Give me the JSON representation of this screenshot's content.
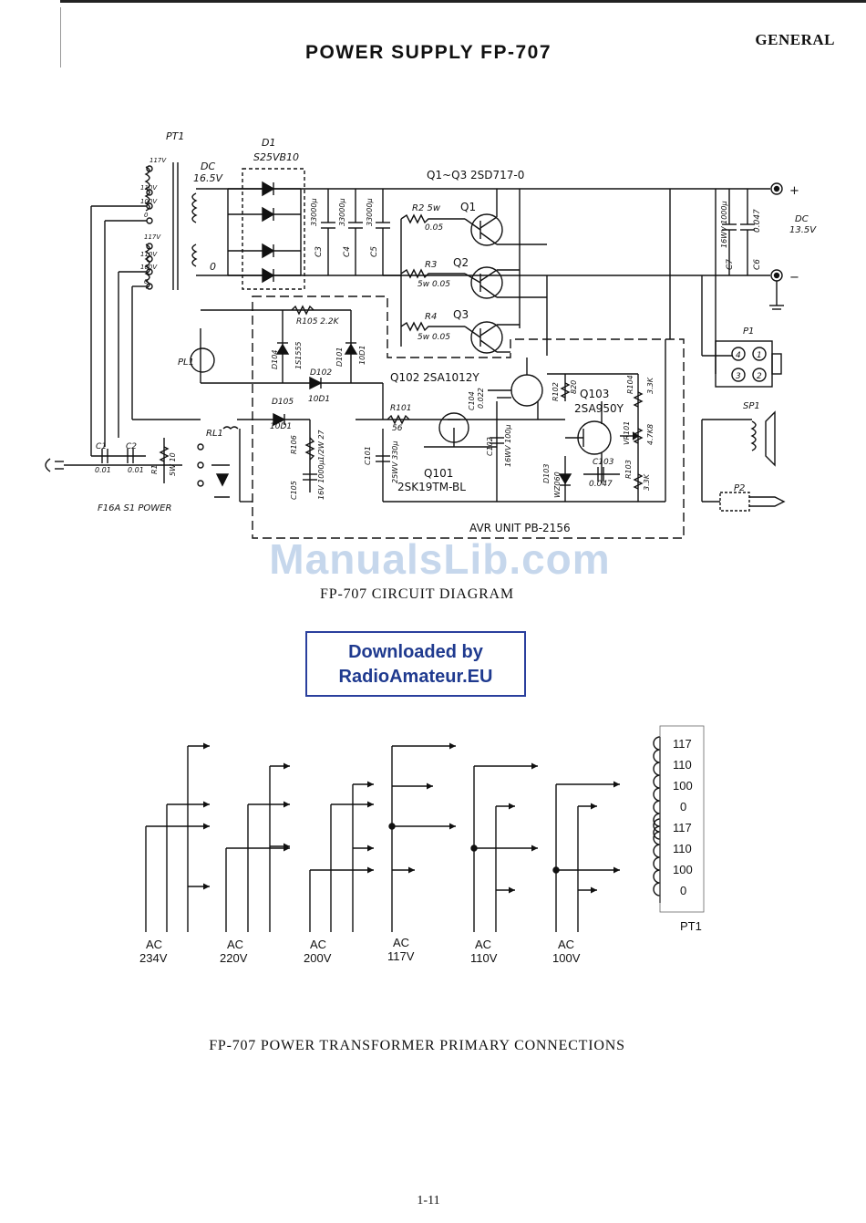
{
  "header": {
    "section": "GENERAL",
    "title": "POWER SUPPLY FP-707"
  },
  "circuit": {
    "caption": "FP-707 CIRCUIT DIAGRAM",
    "labels": {
      "pt1": "PT1",
      "d1": "D1",
      "d1_part": "S25VB10",
      "dc_in": "DC",
      "dc_in_v": "16.5V",
      "zero": "0",
      "q_title": "Q1~Q3 2SD717-0",
      "q1": "Q1",
      "q2": "Q2",
      "q3": "Q3",
      "r2": "R2 5w",
      "r2v": "0.05",
      "r3": "R3",
      "r3v": "5w 0.05",
      "r4": "R4",
      "r4v": "5w 0.05",
      "c3": "C3",
      "c4": "C4",
      "c5": "C5",
      "cap_33000": "33000μ",
      "dc_out": "DC",
      "dc_out_v": "13.5V",
      "plus": "+",
      "minus": "−",
      "c7": "C7",
      "c7v": "16WV 1000μ",
      "c6": "C6",
      "c6v": "0.047",
      "pl1": "PL1",
      "d104": "D104",
      "d104v": "1S1555",
      "d101": "D101",
      "d101v": "10D1",
      "d102": "D102",
      "d102v": "10D1",
      "r105": "R105 2.2K",
      "d105": "D105",
      "d105v": "10D1",
      "r106": "R106",
      "r106v": "1/2W 27",
      "c105": "C105",
      "c105v": "16V 1000μ",
      "rl1": "RL1",
      "c1": "C1",
      "c1v": "0.01",
      "c2": "C2",
      "c2v": "0.01",
      "r1": "R1",
      "r1v": "5W 10",
      "f1s1": "F16A S1 POWER",
      "q102": "Q102 2SA1012Y",
      "q103": "Q103",
      "q103v": "2SA950Y",
      "r101": "R101",
      "r101v": "56",
      "c104": "C104",
      "c104v": "0.022",
      "r102": "R102",
      "r102v": "820",
      "r104": "R104",
      "r104v": "3.3K",
      "vr101": "VR101",
      "vr101v": "4.7K8",
      "q101": "Q101",
      "q101v": "2SK19TM-BL",
      "c101": "C101",
      "c101v": "25WV 330μ",
      "c102": "C102",
      "c102v": "16WV 100μ",
      "d103": "D103",
      "d103v": "WZ060",
      "c103": "C103",
      "c103v": "0.047",
      "r103": "R103",
      "r103v": "3.3K",
      "avr": "AVR UNIT PB-2156",
      "p1": "P1",
      "sp1": "SP1",
      "p2": "P2",
      "pin1": "1",
      "pin2": "2",
      "pin3": "3",
      "pin4": "4",
      "tap117": "117V",
      "tap110": "110V",
      "tap100": "100V",
      "tap0": "0"
    }
  },
  "watermark": "ManualsLib.com",
  "stamp": {
    "line1": "Downloaded by",
    "line2": "RadioAmateur.EU"
  },
  "transformer": {
    "caption": "FP-707 POWER TRANSFORMER PRIMARY CONNECTIONS",
    "taps": [
      "117",
      "110",
      "100",
      "0",
      "117",
      "110",
      "100",
      "0"
    ],
    "name": "PT1",
    "configs": [
      {
        "ac": "AC",
        "voltage": "234V"
      },
      {
        "ac": "AC",
        "voltage": "220V"
      },
      {
        "ac": "AC",
        "voltage": "200V"
      },
      {
        "ac": "AC",
        "voltage": "117V"
      },
      {
        "ac": "AC",
        "voltage": "110V"
      },
      {
        "ac": "AC",
        "voltage": "100V"
      }
    ]
  },
  "footer": {
    "page": "1-11"
  }
}
